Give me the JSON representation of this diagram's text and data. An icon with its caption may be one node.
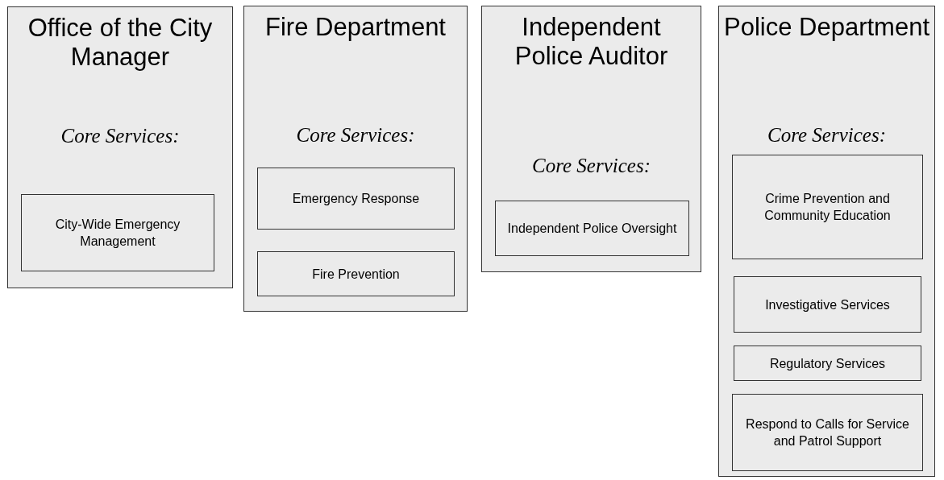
{
  "diagram": {
    "nodes": [
      {
        "text": [
          "Office of the City Manager",
          "Core Services:"
        ]
      },
      {
        "text": [
          "City-Wide Emergency Management"
        ],
        "in": 0
      },
      {
        "text": [
          "Fire Department",
          "Core Services:"
        ]
      },
      {
        "text": [
          "Emergency Response"
        ],
        "in": 2
      },
      {
        "text": [
          "Fire Prevention"
        ],
        "in": 2
      },
      {
        "text": [
          "Independent Police Auditor",
          "Core Services:"
        ]
      },
      {
        "text": [
          "Independent Police Oversight"
        ],
        "in": 5
      },
      {
        "text": [
          "Police Department",
          "Core Services:"
        ]
      },
      {
        "text": [
          "Crime Prevention and Community Education"
        ],
        "in": 7
      },
      {
        "text": [
          "Investigative Services"
        ],
        "in": 7
      },
      {
        "text": [
          "Regulatory Services"
        ],
        "in": 7
      },
      {
        "text": [
          "Respond to Calls for Service and Patrol Support"
        ],
        "in": 7
      }
    ]
  }
}
